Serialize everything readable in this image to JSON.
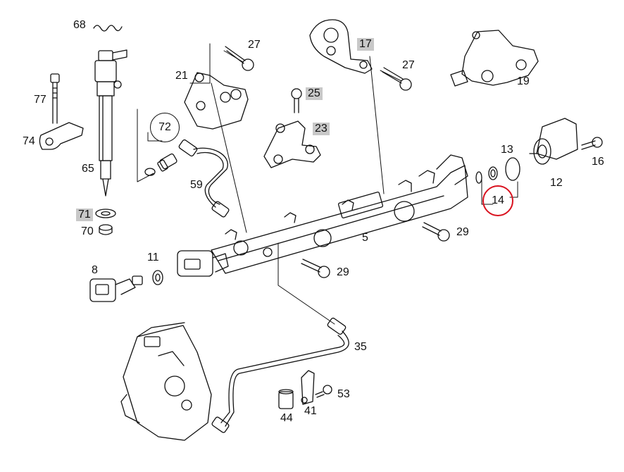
{
  "callouts": {
    "p68": "68",
    "p77": "77",
    "p74": "74",
    "p65": "65",
    "p71": "71",
    "p70": "70",
    "p72": "72",
    "p59": "59",
    "p21": "21",
    "p27a": "27",
    "p17": "17",
    "p27b": "27",
    "p25": "25",
    "p23": "23",
    "p19": "19",
    "p13": "13",
    "p16": "16",
    "p12": "12",
    "p14": "14",
    "p5": "5",
    "p29a": "29",
    "p29b": "29",
    "p11": "11",
    "p8": "8",
    "p35": "35",
    "p53": "53",
    "p41": "41",
    "p44": "44"
  },
  "highlighted_parts": [
    "17",
    "25",
    "23",
    "71"
  ],
  "circled_parts": [
    "72",
    "14"
  ],
  "colors": {
    "line": "#111111",
    "highlight_box": "#c8c8c8",
    "circle_mark": "#d9121f"
  }
}
